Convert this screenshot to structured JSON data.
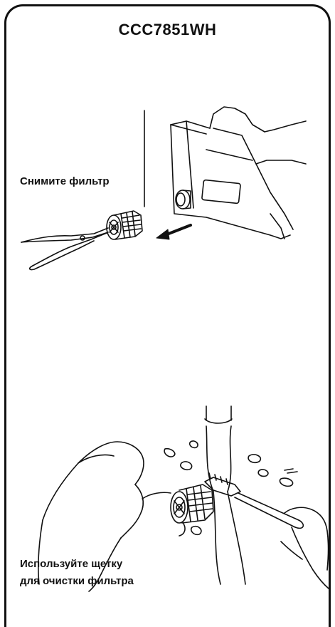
{
  "header": {
    "model": "CCC7851WH"
  },
  "step_remove": {
    "caption": "Снимите фильтр"
  },
  "step_clean": {
    "caption_line1": "Используйте щетку",
    "caption_line2": "для очистки фильтра"
  },
  "icons": {
    "pliers": "pliers-icon",
    "filter": "filter-icon",
    "arrow": "arrow-left-icon",
    "brush": "brush-icon",
    "faucet": "faucet-icon"
  },
  "colors": {
    "ink": "#111111",
    "background": "#ffffff"
  }
}
